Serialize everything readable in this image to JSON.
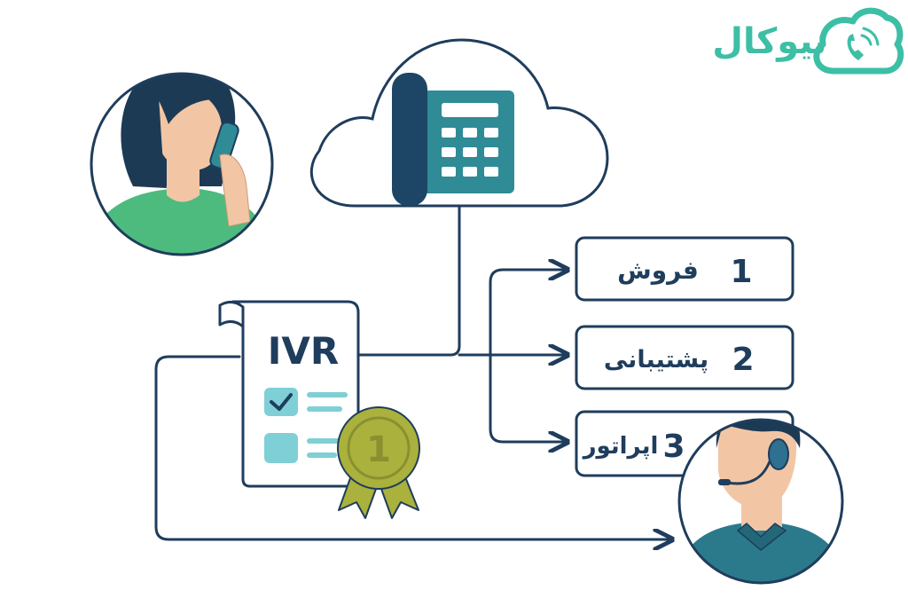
{
  "brand": {
    "name": "نیوکال",
    "logo_icon": "phone-cloud-logo-icon",
    "color": "#3dbfa6"
  },
  "colors": {
    "line": "#1f3d5c",
    "phone": "#2f8b96",
    "phone_dark": "#1c4566",
    "skin": "#f2c6a4",
    "woman_shirt": "#4dbb7e",
    "agent_shirt": "#2b7a8c",
    "hair": "#1d3a55",
    "medal": "#aab13c",
    "check_box": "#7fcfd6"
  },
  "ivr": {
    "label": "IVR"
  },
  "menu": [
    {
      "number": "1",
      "label": "فروش"
    },
    {
      "number": "2",
      "label": "پشتیبانی"
    },
    {
      "number": "3",
      "label": "اپراتور"
    }
  ],
  "medal": {
    "number": "1"
  },
  "icons": [
    "cloud-icon",
    "desk-phone-icon",
    "caller-woman-icon",
    "support-agent-icon",
    "medal-icon",
    "checklist-icon"
  ]
}
